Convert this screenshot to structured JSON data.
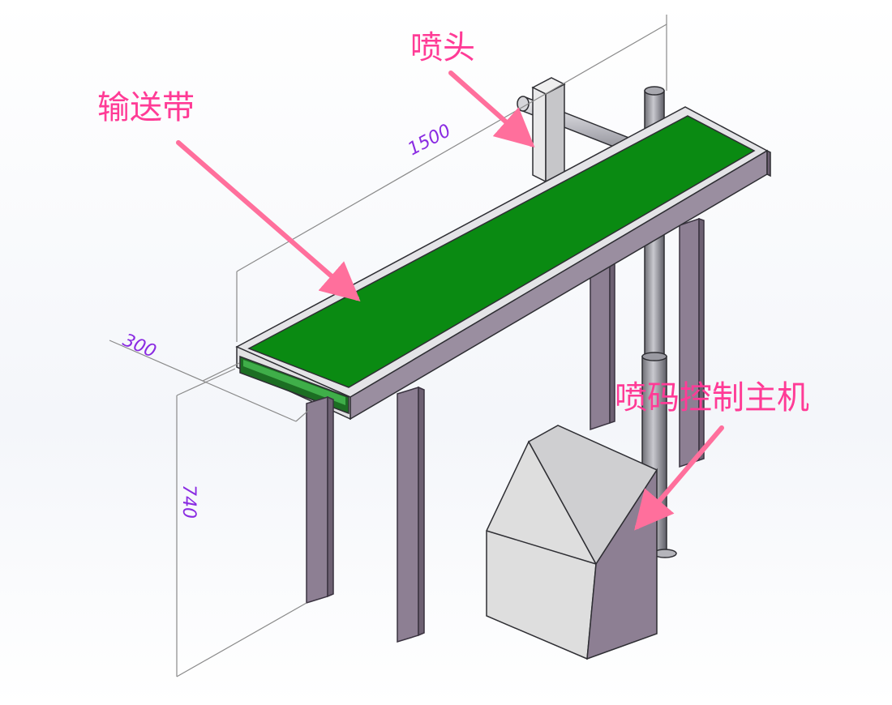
{
  "labels": {
    "conveyor": "输送带",
    "nozzle": "喷头",
    "controller": "喷码控制主机"
  },
  "dimensions": {
    "length": "1500",
    "width": "300",
    "height": "740"
  },
  "colors": {
    "belt": "#0a8a12",
    "frame": "#8d7f93",
    "callout": "#ff3b96",
    "arrow": "#ff6f9c",
    "dim_text": "#8a2be2",
    "cabinet": "#d8d8d8"
  }
}
